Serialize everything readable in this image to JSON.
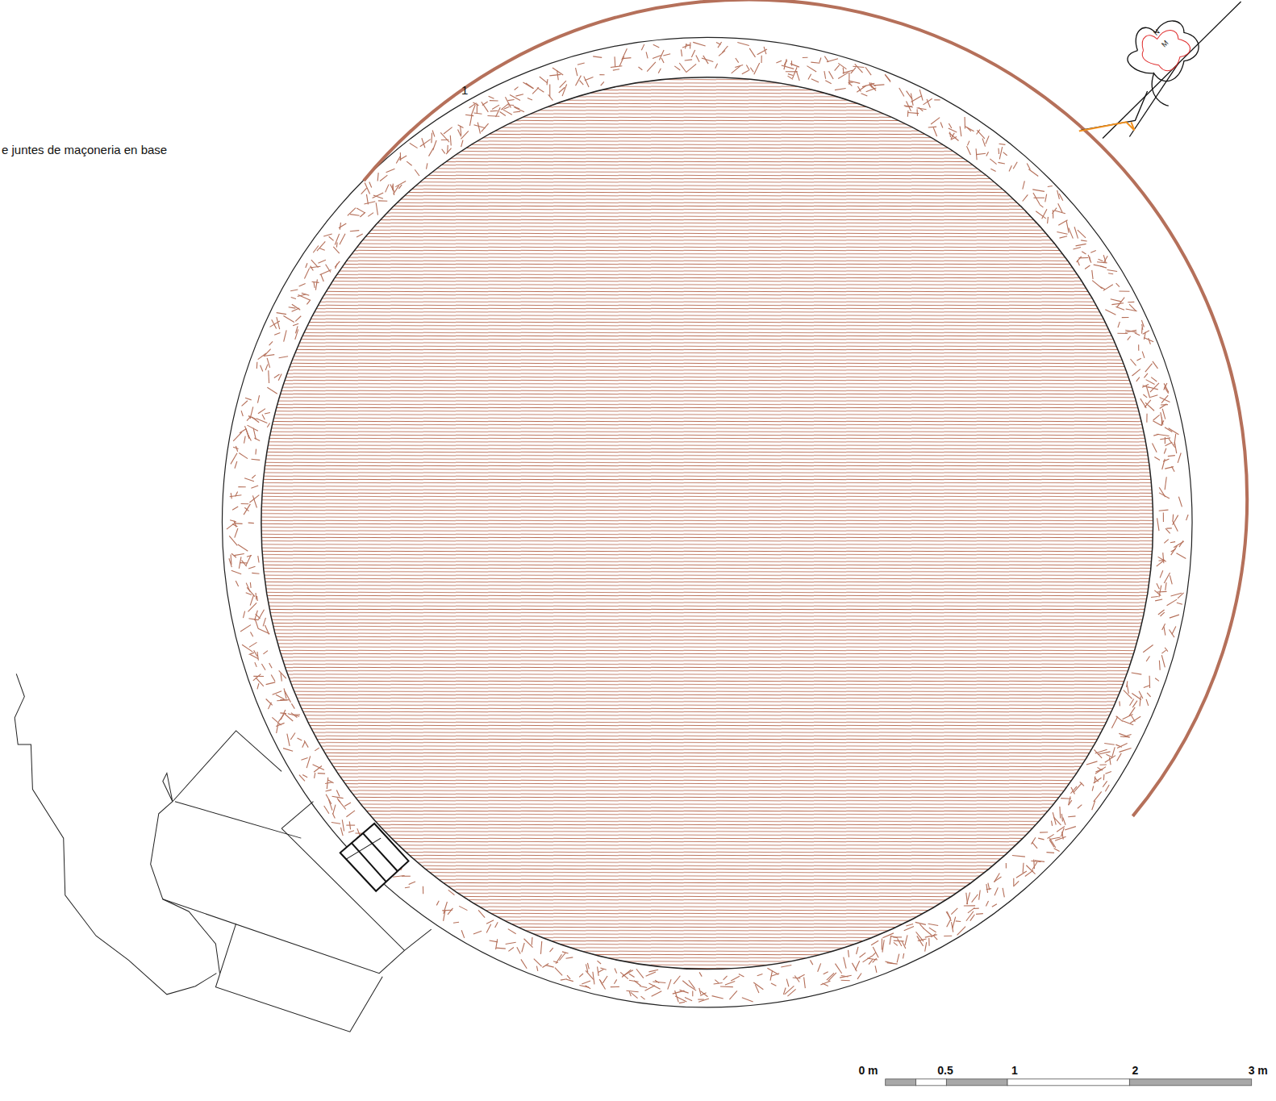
{
  "diagram": {
    "labels": [
      "e juntes de maçoneria en base",
      "1",
      "N",
      "M",
      "0 m",
      "0.5",
      "1",
      "2",
      "3 m"
    ]
  }
}
